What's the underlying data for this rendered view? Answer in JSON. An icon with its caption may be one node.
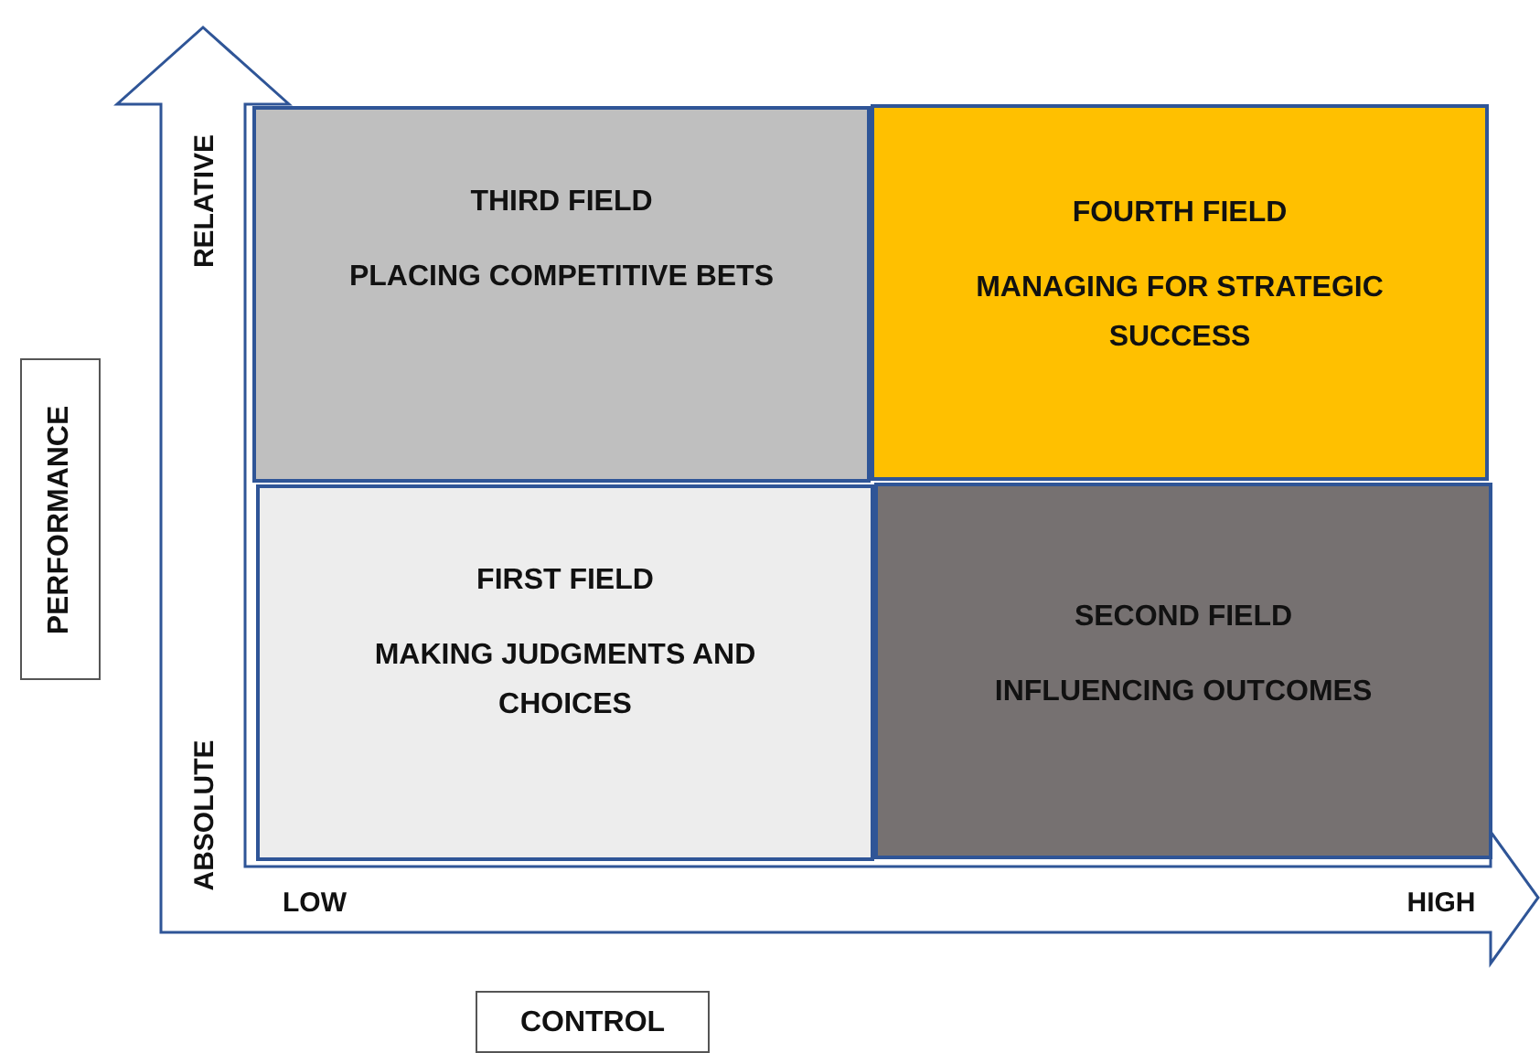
{
  "diagram": {
    "nodes": [
      {
        "text": [
          "THIRD FIELD",
          "PLACING COMPETITIVE BETS"
        ]
      },
      {
        "text": [
          "FOURTH FIELD",
          "MANAGING FOR STRATEGIC SUCCESS"
        ]
      },
      {
        "text": [
          "PERFORMANCE"
        ]
      },
      {
        "text": [
          "FIRST FIELD",
          "MAKING JUDGMENTS AND CHOICES"
        ]
      },
      {
        "text": [
          "SECOND FIELD",
          "INFLUENCING OUTCOMES"
        ]
      },
      {
        "text": [
          "CONTROL"
        ]
      }
    ],
    "edges": [],
    "labels": [
      "RELATIVE",
      "ABSOLUTE",
      "LOW",
      "HIGH"
    ]
  }
}
